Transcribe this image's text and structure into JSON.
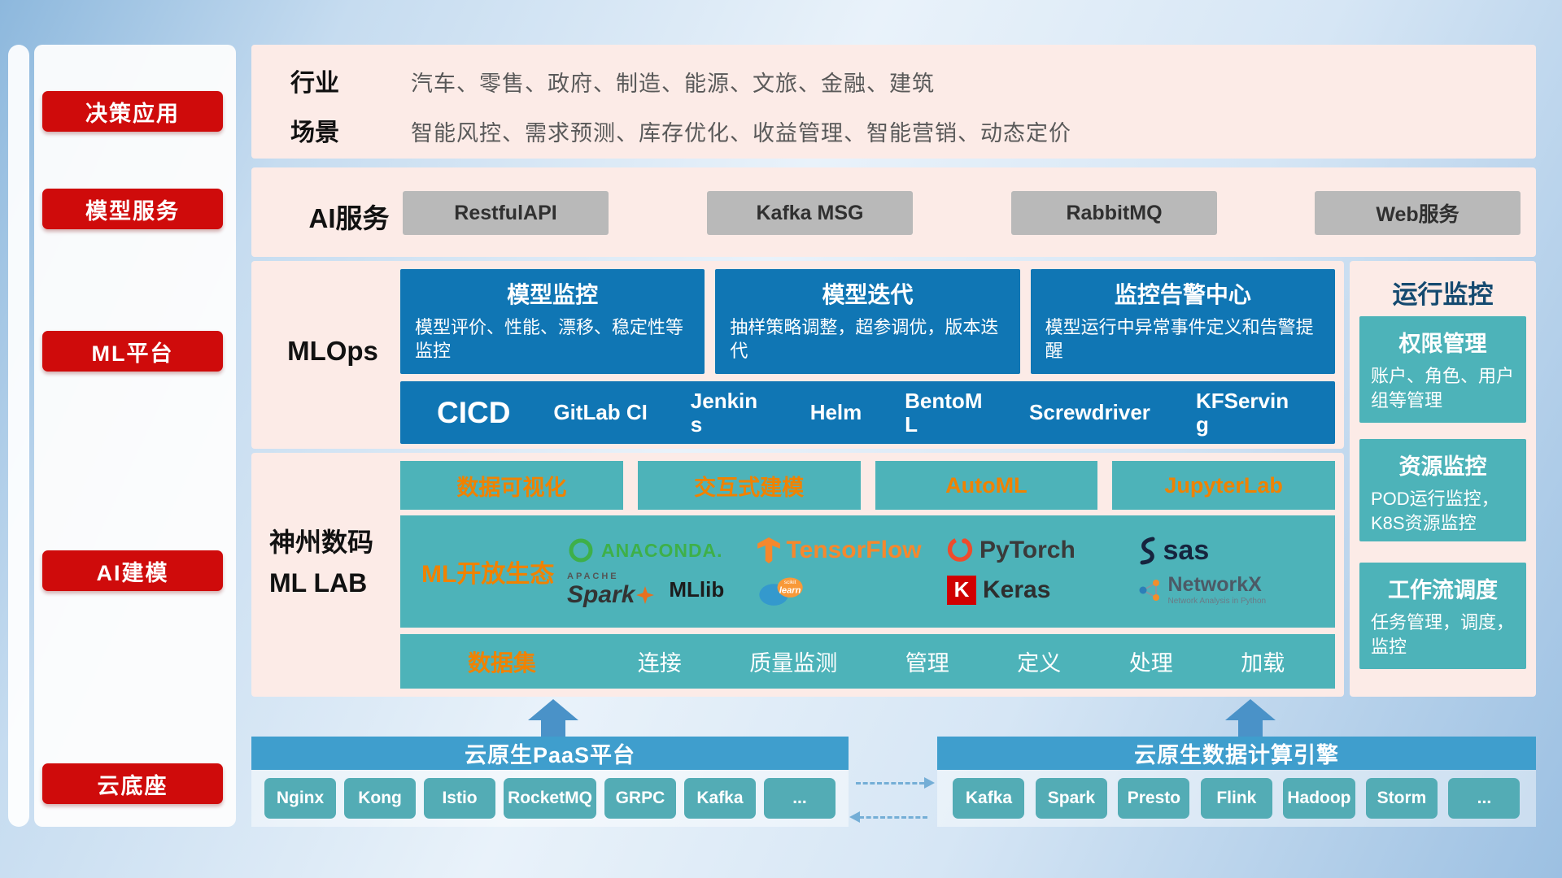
{
  "sidebar": {
    "items": [
      "决策应用",
      "模型服务",
      "ML平台",
      "AI建模",
      "云底座"
    ]
  },
  "top": {
    "row1_label": "行业",
    "row1_text": "汽车、零售、政府、制造、能源、文旅、金融、建筑",
    "row2_label": "场景",
    "row2_text": "智能风控、需求预测、库存优化、收益管理、智能营销、动态定价"
  },
  "ai_service": {
    "label": "AI服务",
    "buttons": [
      "RestfulAPI",
      "Kafka MSG",
      "RabbitMQ",
      "Web服务"
    ]
  },
  "mlops": {
    "label": "MLOps",
    "cards": [
      {
        "title": "模型监控",
        "desc": "模型评价、性能、漂移、稳定性等监控"
      },
      {
        "title": "模型迭代",
        "desc": "抽样策略调整，超参调优，版本迭代"
      },
      {
        "title": "监控告警中心",
        "desc": "模型运行中异常事件定义和告警提醒"
      }
    ],
    "cicd_title": "CICD",
    "cicd_items": [
      "GitLab CI",
      "Jenkins",
      "Helm",
      "BentoML",
      "Screwdriver",
      "KFServing"
    ]
  },
  "mllab": {
    "label_line1": "神州数码",
    "label_line2": "ML LAB",
    "tools": [
      "数据可视化",
      "交互式建模",
      "AutoML",
      "JupyterLab"
    ],
    "eco_label": "ML开放生态",
    "logos": {
      "anaconda": "ANACONDA.",
      "tensorflow": "TensorFlow",
      "pytorch": "PyTorch",
      "sas": "sas",
      "apache": "APACHE",
      "spark": "Spark",
      "mllib": "MLlib",
      "sklearn_small": "scikit",
      "sklearn": "learn",
      "keras_letter": "K",
      "keras": "Keras",
      "networkx": "NetworkX",
      "networkx_sub": "Network Analysis in Python"
    },
    "dataset_label": "数据集",
    "dataset_items": [
      "连接",
      "质量监测",
      "管理",
      "定义",
      "处理",
      "加载"
    ]
  },
  "monitoring": {
    "title": "运行监控",
    "cards": [
      {
        "title": "权限管理",
        "desc": "账户、角色、用户组等管理"
      },
      {
        "title": "资源监控",
        "desc": "POD运行监控，K8S资源监控"
      },
      {
        "title": "工作流调度",
        "desc": "任务管理，调度，监控"
      }
    ]
  },
  "cloud": {
    "paas": {
      "title": "云原生PaaS平台",
      "items": [
        "Nginx",
        "Kong",
        "Istio",
        "RocketMQ",
        "GRPC",
        "Kafka",
        "..."
      ]
    },
    "engine": {
      "title": "云原生数据计算引擎",
      "items": [
        "Kafka",
        "Spark",
        "Presto",
        "Flink",
        "Hadoop",
        "Storm",
        "..."
      ]
    }
  },
  "colors": {
    "accent_red": "#cf0b0b",
    "panel_pink": "#fcebe7",
    "deep_blue": "#1076b4",
    "teal": "#4db3b9",
    "orange": "#f08200",
    "bar_blue": "#3f9ecd",
    "button_teal": "#53acb5"
  }
}
